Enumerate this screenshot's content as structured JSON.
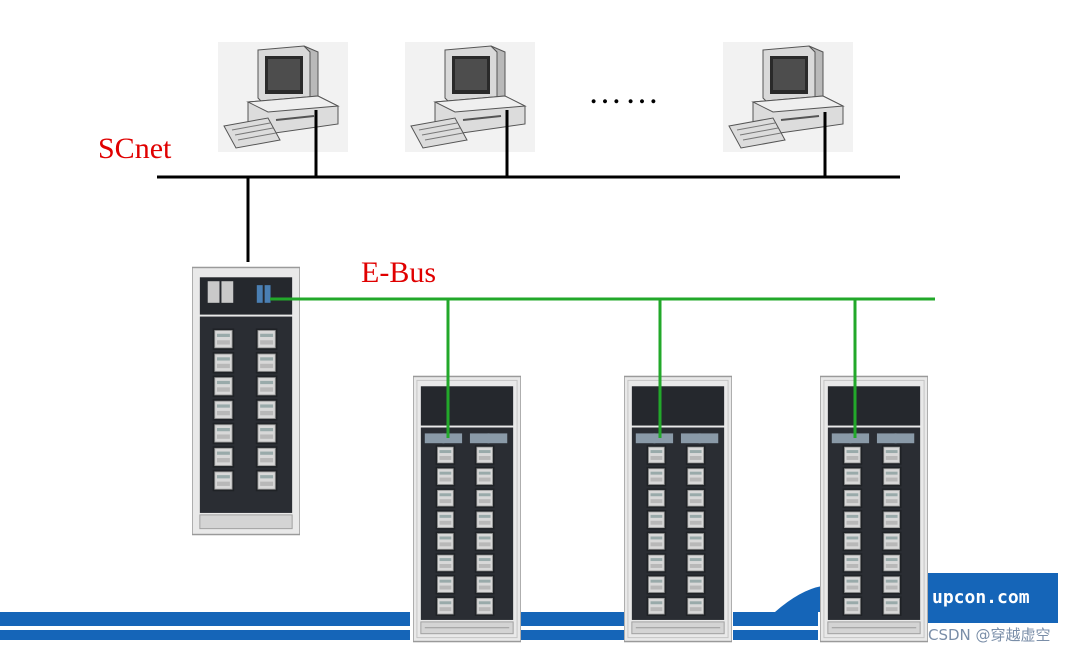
{
  "networks": {
    "upper": {
      "label": "SCnet",
      "color": "#e00000"
    },
    "lower": {
      "label": "E-Bus",
      "color": "#e00000"
    }
  },
  "ellipsis": "……",
  "footer": {
    "brand_text": "upcon.com",
    "watermark": "CSDN @穿越虚空"
  },
  "colors": {
    "scnet_line": "#000000",
    "ebus_line": "#22a82a",
    "footer_blue": "#1565b8",
    "cabinet_frame": "#e6e6e6",
    "cabinet_inner": "#2a2d33"
  },
  "icons": {
    "workstation": "computer-workstation-icon",
    "cabinet": "control-cabinet-icon"
  }
}
